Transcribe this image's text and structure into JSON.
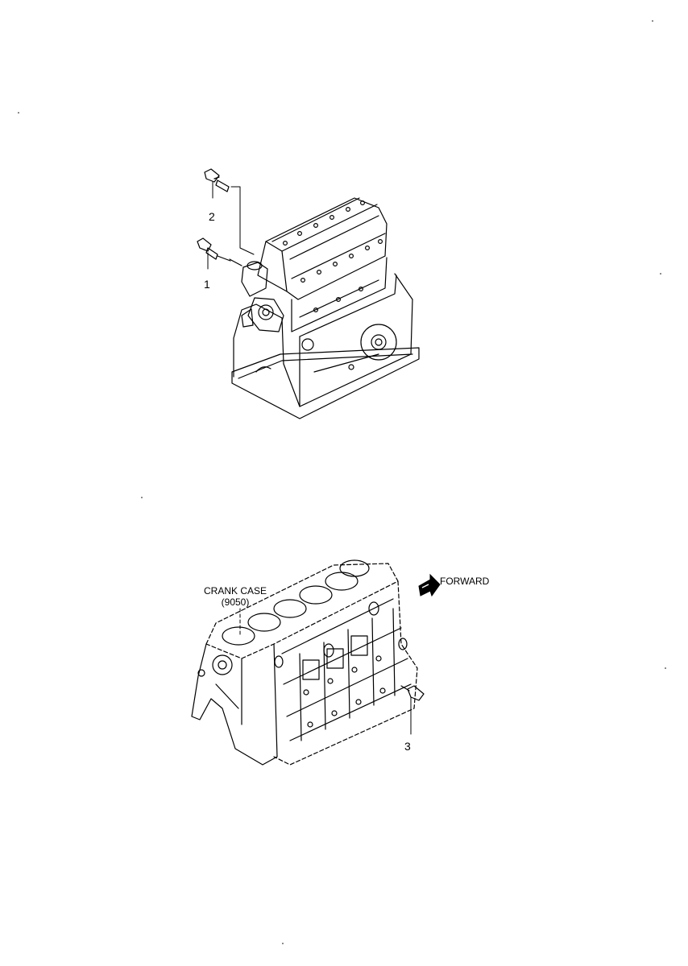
{
  "callouts": [
    {
      "number": "1"
    },
    {
      "number": "2"
    },
    {
      "number": "3"
    }
  ],
  "crank_case": {
    "label": "CRANK CASE",
    "code": "(9050)"
  },
  "direction": {
    "label": "FORWARD"
  },
  "colors": {
    "line": "#000000",
    "background": "#ffffff"
  }
}
